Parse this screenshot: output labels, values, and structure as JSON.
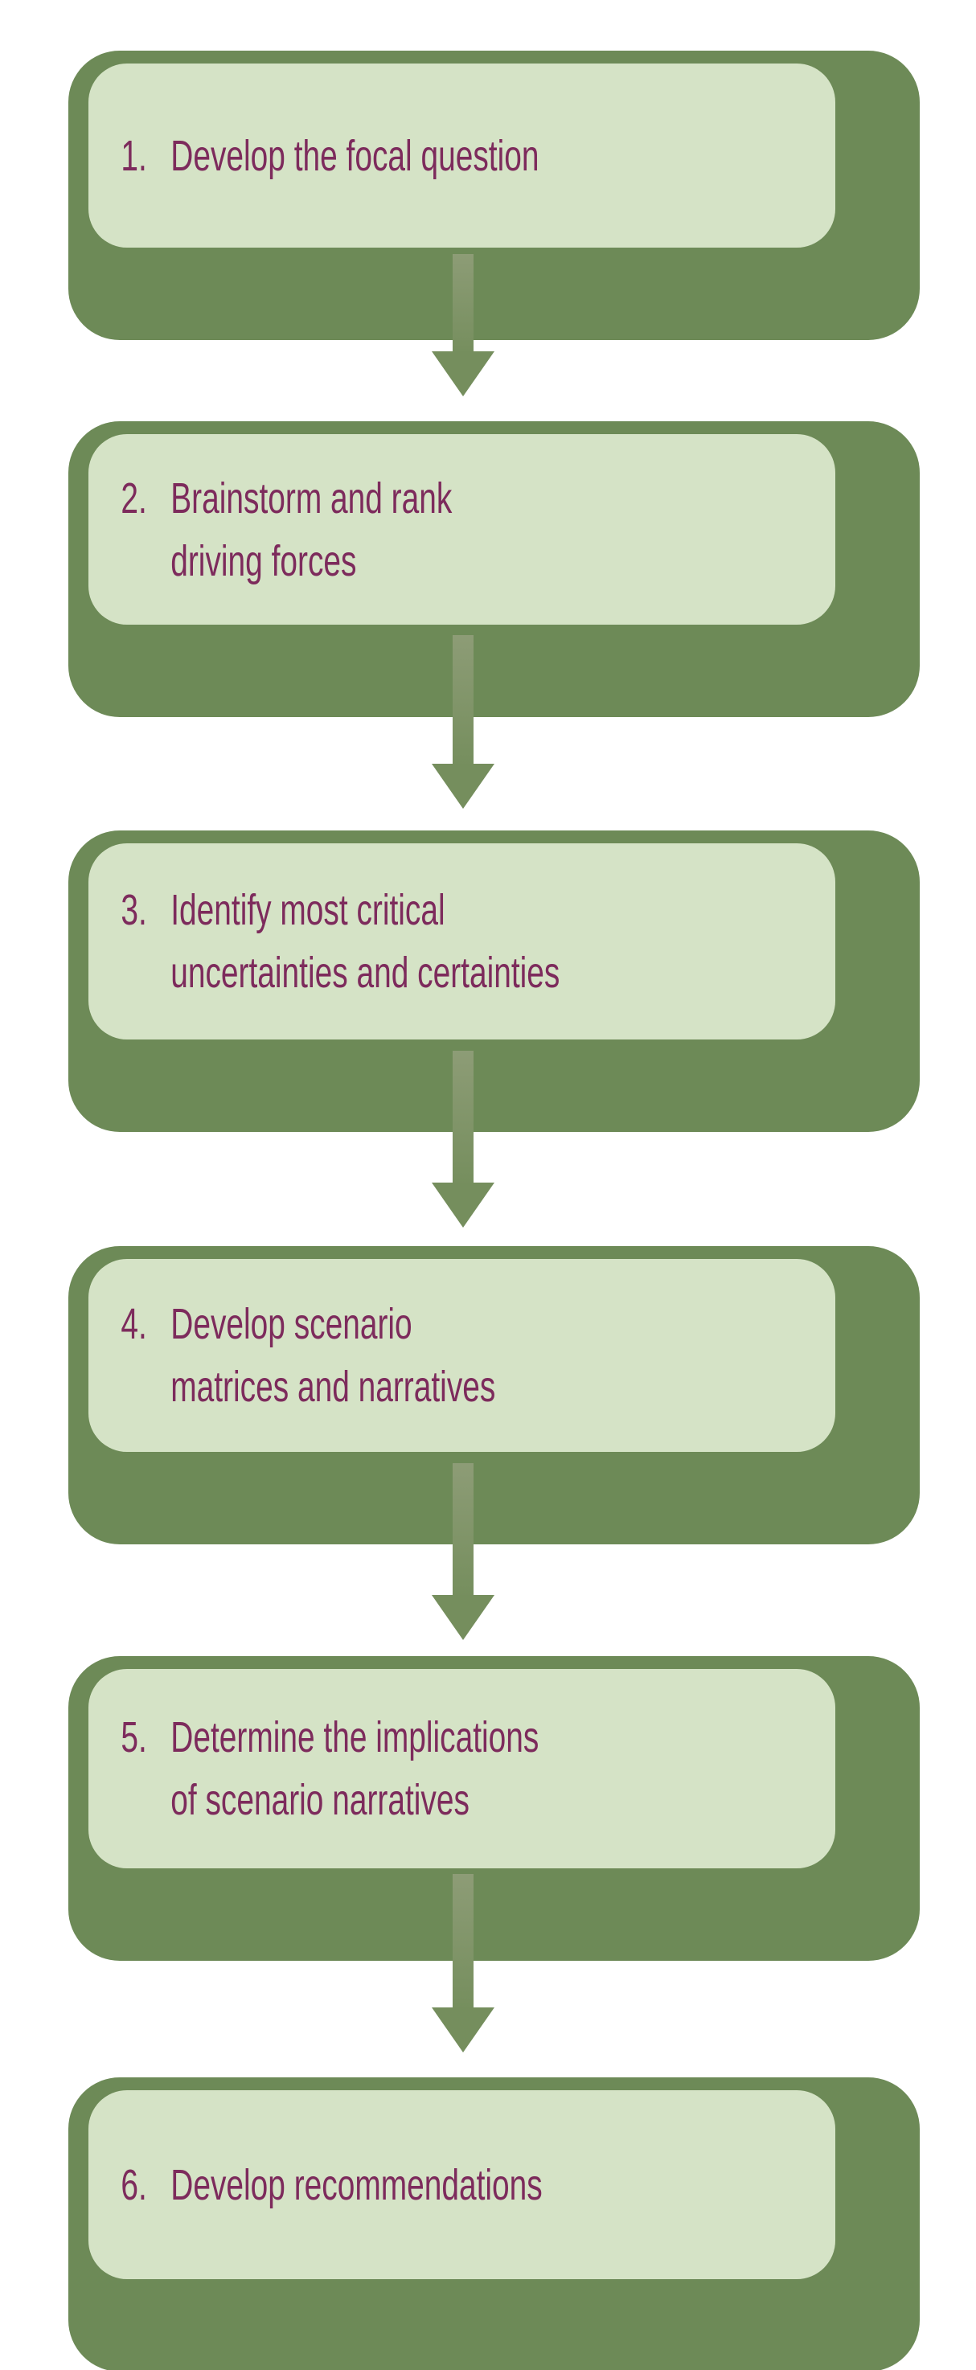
{
  "figure": {
    "type": "flowchart",
    "direction": "top-to-bottom",
    "connector": "down-arrow",
    "steps": [
      {
        "number": "1.",
        "line1": "Develop the focal question"
      },
      {
        "number": "2.",
        "line1": "Brainstorm and rank",
        "line2": "driving forces"
      },
      {
        "number": "3.",
        "line1": "Identify most critical",
        "line2": "uncertainties and certainties"
      },
      {
        "number": "4.",
        "line1": "Develop scenario",
        "line2": "matrices and narratives"
      },
      {
        "number": "5.",
        "line1": "Determine the implications",
        "line2": "of scenario narratives"
      },
      {
        "number": "6.",
        "line1": "Develop recommendations"
      }
    ],
    "colors": {
      "box_fill": "#d5e3c6",
      "box_shadow": "#6d8a57",
      "arrow": "#758e5d",
      "text": "#7d2b5c",
      "background": "#ffffff"
    }
  }
}
